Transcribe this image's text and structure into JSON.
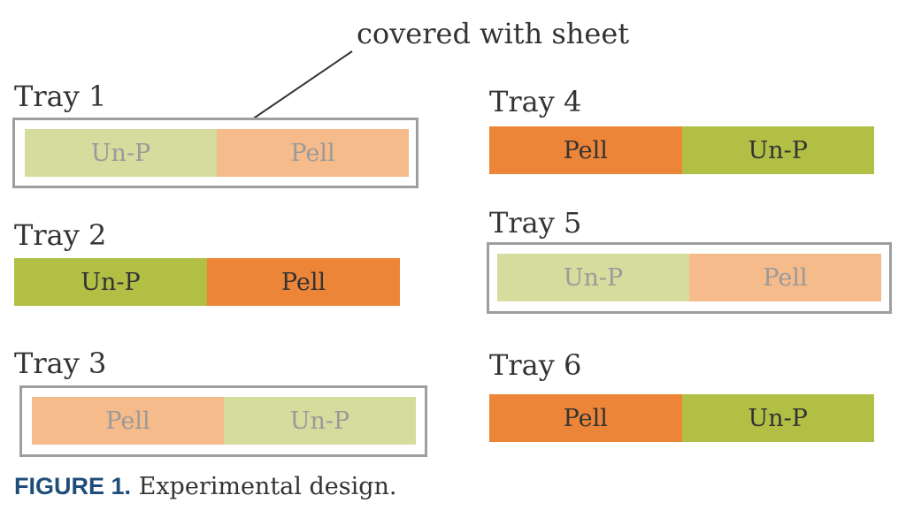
{
  "annotation": "covered with sheet",
  "colors": {
    "unp_solid": "#b2bf45",
    "pell_solid": "#ed8538",
    "unp_faded": "#d6dc9e",
    "pell_faded": "#f5bb8a",
    "text_faded": "#9a9a9a",
    "text_solid": "#333333",
    "box_border": "#9e9e9e",
    "caption_blue": "#1f4d7a"
  },
  "trays": [
    {
      "label": "Tray 1",
      "covered": true,
      "cells": [
        "Un-P",
        "Pell"
      ]
    },
    {
      "label": "Tray 2",
      "covered": false,
      "cells": [
        "Un-P",
        "Pell"
      ]
    },
    {
      "label": "Tray 3",
      "covered": true,
      "cells": [
        "Pell",
        "Un-P"
      ]
    },
    {
      "label": "Tray 4",
      "covered": false,
      "cells": [
        "Pell",
        "Un-P"
      ]
    },
    {
      "label": "Tray 5",
      "covered": true,
      "cells": [
        "Un-P",
        "Pell"
      ]
    },
    {
      "label": "Tray 6",
      "covered": false,
      "cells": [
        "Pell",
        "Un-P"
      ]
    }
  ],
  "caption": {
    "figure": "FIGURE 1.",
    "text": " Experimental design."
  }
}
